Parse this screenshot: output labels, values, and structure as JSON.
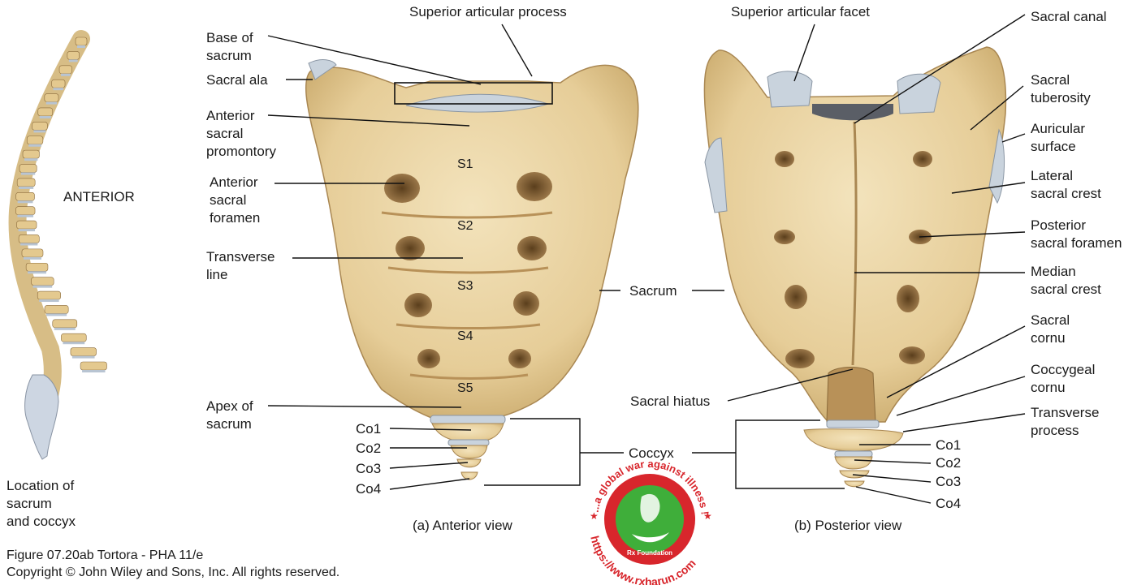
{
  "spine_panel": {
    "anterior_label": "ANTERIOR",
    "location_caption": [
      "Location of",
      "sacrum",
      "and coccyx"
    ]
  },
  "anterior_view": {
    "caption": "(a) Anterior view",
    "segments": [
      "S1",
      "S2",
      "S3",
      "S4",
      "S5"
    ],
    "labels": {
      "superior_articular_process": "Superior articular process",
      "base_of_sacrum": [
        "Base of",
        "sacrum"
      ],
      "sacral_ala": "Sacral ala",
      "anterior_sacral_promontory": [
        "Anterior",
        "sacral",
        "promontory"
      ],
      "anterior_sacral_foramen": [
        "Anterior",
        "sacral",
        "foramen"
      ],
      "transverse_line": [
        "Transverse",
        "line"
      ],
      "apex_of_sacrum": [
        "Apex of",
        "sacrum"
      ],
      "coccyx_segments": [
        "Co1",
        "Co2",
        "Co3",
        "Co4"
      ]
    }
  },
  "shared_labels": {
    "sacrum": "Sacrum",
    "coccyx": "Coccyx"
  },
  "posterior_view": {
    "caption": "(b) Posterior view",
    "labels": {
      "superior_articular_facet": "Superior articular facet",
      "sacral_canal": "Sacral canal",
      "sacral_tuberosity": [
        "Sacral",
        "tuberosity"
      ],
      "auricular_surface": [
        "Auricular",
        "surface"
      ],
      "lateral_sacral_crest": [
        "Lateral",
        "sacral crest"
      ],
      "posterior_sacral_foramen": [
        "Posterior",
        "sacral foramen"
      ],
      "median_sacral_crest": [
        "Median",
        "sacral crest"
      ],
      "sacral_cornu": [
        "Sacral",
        "cornu"
      ],
      "coccygeal_cornu": [
        "Coccygeal",
        "cornu"
      ],
      "transverse_process": [
        "Transverse",
        "process"
      ],
      "sacral_hiatus": "Sacral hiatus",
      "coccyx_segments": [
        "Co1",
        "Co2",
        "Co3",
        "Co4"
      ]
    }
  },
  "footer": {
    "figure": "Figure 07.20ab  Tortora - PHA 11/e",
    "copyright": "Copyright © John Wiley and Sons, Inc. All rights reserved."
  },
  "watermark": {
    "arc_text": "...a global war against illness !",
    "url_text": "https://www.rxharun.com",
    "org": "Rx Foundation"
  },
  "colors": {
    "bone": "#e9d4a4",
    "bone_shadow": "#c9a96b",
    "bone_dark": "#8a6a3a",
    "cartilage": "#c9d3dd",
    "leader": "#111111",
    "watermark_red": "#d8262c",
    "watermark_green": "#3fae3a"
  }
}
